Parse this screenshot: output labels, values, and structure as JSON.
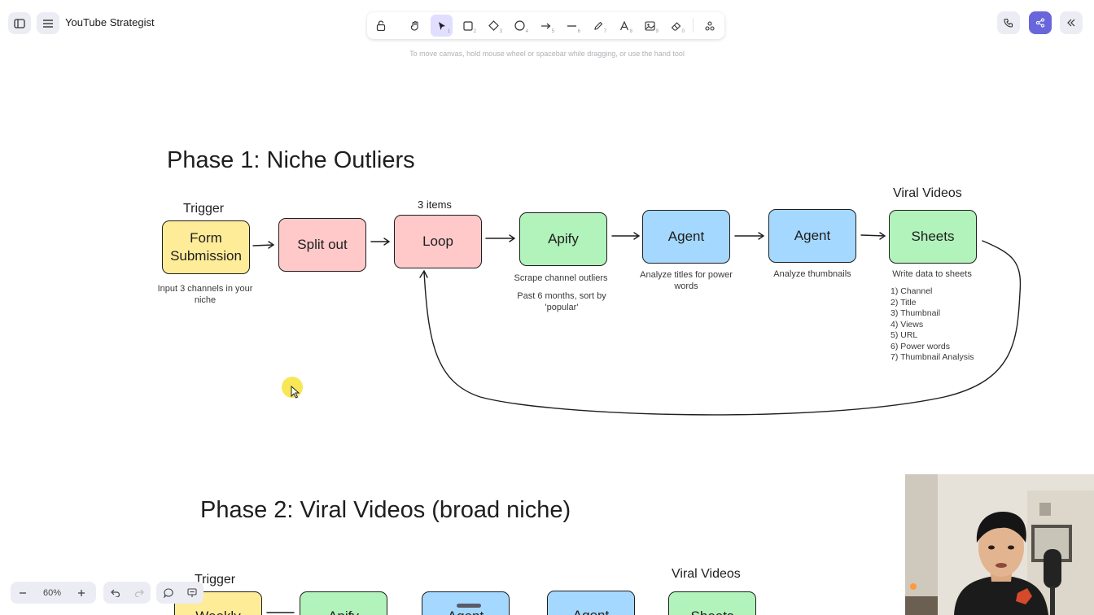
{
  "app": {
    "title": "YouTube Strategist"
  },
  "toolbar": {
    "tools": [
      {
        "name": "lock-icon",
        "key": ""
      },
      {
        "name": "hand-icon",
        "key": ""
      },
      {
        "name": "pointer-icon",
        "key": "1"
      },
      {
        "name": "rectangle-icon",
        "key": "2"
      },
      {
        "name": "diamond-icon",
        "key": "3"
      },
      {
        "name": "ellipse-icon",
        "key": "4"
      },
      {
        "name": "arrow-icon",
        "key": "5"
      },
      {
        "name": "line-icon",
        "key": "6"
      },
      {
        "name": "pencil-icon",
        "key": "7"
      },
      {
        "name": "text-icon",
        "key": "8"
      },
      {
        "name": "image-icon",
        "key": "9"
      },
      {
        "name": "eraser-icon",
        "key": "0"
      },
      {
        "name": "library-icon",
        "key": ""
      }
    ],
    "active_tool": "pointer-icon",
    "hint": "To move canvas, hold mouse wheel or spacebar while dragging, or use the hand tool"
  },
  "phase1": {
    "title": "Phase 1: Niche Outliers",
    "trigger_label": "Trigger",
    "loop_label": "3 items",
    "viral_label": "Viral Videos",
    "nodes": {
      "form": "Form\nSubmission",
      "split": "Split out",
      "loop": "Loop",
      "apify": "Apify",
      "agent1": "Agent",
      "agent2": "Agent",
      "sheets": "Sheets"
    },
    "captions": {
      "form": "Input 3 channels in your niche",
      "apify_1": "Scrape channel outliers",
      "apify_2": "Past 6 months, sort by 'popular'",
      "agent1": "Analyze titles for power words",
      "agent2": "Analyze thumbnails",
      "sheets": "Write data to sheets"
    },
    "sheet_fields": [
      "1) Channel",
      "2) Title",
      "3) Thumbnail",
      "4) Views",
      "5) URL",
      "6) Power words",
      "7) Thumbnail Analysis"
    ]
  },
  "phase2": {
    "title": "Phase 2: Viral Videos (broad niche)",
    "trigger_label": "Trigger",
    "viral_label": "Viral Videos",
    "nodes": {
      "trigger": "Weekly",
      "apify": "Apify",
      "agent1": "Agent",
      "agent2": "Agent",
      "sheets": "Sheets"
    }
  },
  "bottom": {
    "zoom": "60%"
  },
  "colors": {
    "yellow": "#ffec99",
    "pink": "#ffc9c9",
    "green": "#b2f2bb",
    "blue": "#a5d8ff",
    "accent": "#6965db",
    "cursor_highlight": "#f6e33a"
  }
}
